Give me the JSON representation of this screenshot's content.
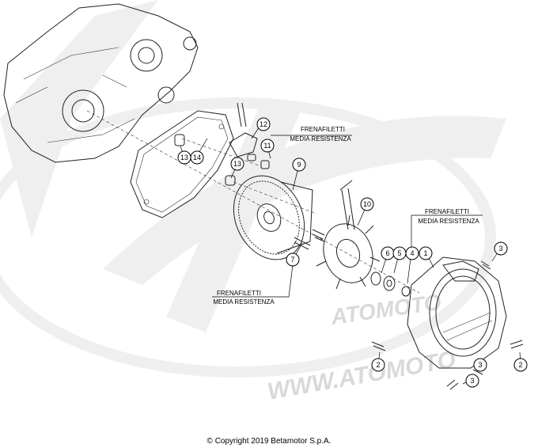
{
  "notes": [
    {
      "line1": "FRENAFILETTI",
      "line2": "MEDIA RESISTENZA"
    },
    {
      "line1": "FRENAFILETTI",
      "line2": "MEDIA RESISTENZA"
    },
    {
      "line1": "FRENAFILETTI",
      "line2": "MEDIA RESISTENZA"
    }
  ],
  "callouts": [
    "12",
    "11",
    "13",
    "14",
    "13",
    "9",
    "10",
    "7",
    "6",
    "5",
    "4",
    "1",
    "3",
    "2",
    "2",
    "3",
    "3"
  ],
  "watermark": {
    "url": "WWW.ATOMOTO",
    "logo": "ATOMOTO"
  },
  "copyright": "© Copyright 2019 Betamotor S.p.A."
}
